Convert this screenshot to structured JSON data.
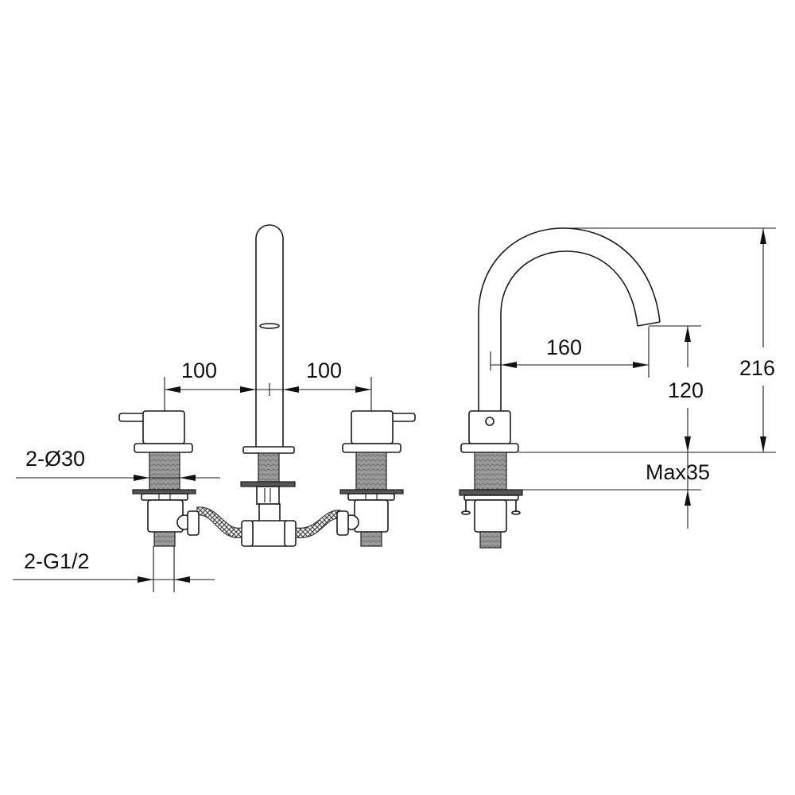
{
  "drawing": {
    "title": "Three-hole basin mixer tap - dimension drawing",
    "views": [
      "front-view",
      "side-view"
    ],
    "units": "mm",
    "line_color": "#1a1a1a",
    "background": "#ffffff"
  },
  "front_view": {
    "dimensions": {
      "left_spacing": "100",
      "right_spacing": "100",
      "handle_diameter": "2-Ø30",
      "inlet_thread": "2-G1/2"
    }
  },
  "side_view": {
    "dimensions": {
      "spout_reach": "160",
      "spout_outlet_height": "120",
      "total_height": "216",
      "max_deck_thickness": "Max35"
    }
  }
}
